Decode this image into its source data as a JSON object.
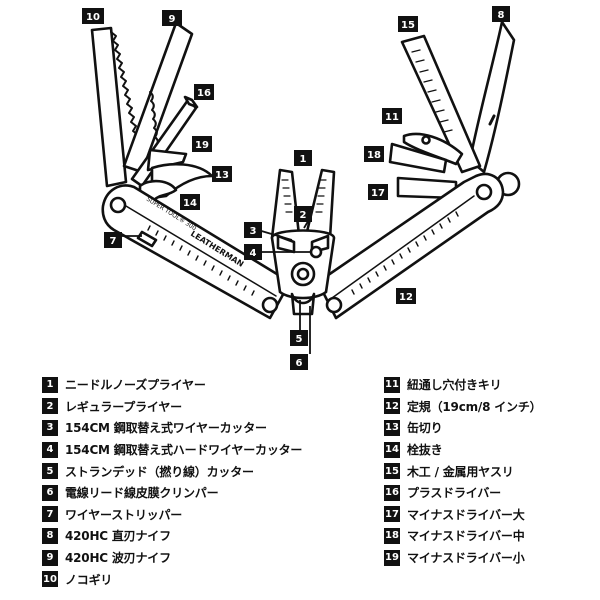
{
  "callouts": [
    "1",
    "2",
    "3",
    "4",
    "5",
    "6",
    "7",
    "8",
    "9",
    "10",
    "11",
    "12",
    "13",
    "14",
    "15",
    "16",
    "17",
    "18",
    "19"
  ],
  "engraving": {
    "brand": "LEATHERMAN",
    "model": "SUPER TOOL® 300"
  },
  "legend": [
    {
      "num": "1",
      "text": "ニードルノーズプライヤー"
    },
    {
      "num": "2",
      "text": "レギュラープライヤー"
    },
    {
      "num": "3",
      "text": "154CM 鋼取替え式ワイヤーカッター"
    },
    {
      "num": "4",
      "text": "154CM 鋼取替え式ハードワイヤーカッター"
    },
    {
      "num": "5",
      "text": "ストランデッド（撚り線）カッター"
    },
    {
      "num": "6",
      "text": "電線リード線皮膜クリンパー"
    },
    {
      "num": "7",
      "text": "ワイヤーストリッパー"
    },
    {
      "num": "8",
      "text": "420HC 直刃ナイフ"
    },
    {
      "num": "9",
      "text": "420HC 波刃ナイフ"
    },
    {
      "num": "10",
      "text": "ノコギリ"
    },
    {
      "num": "11",
      "text": "紐通し穴付きキリ"
    },
    {
      "num": "12",
      "text": "定規（19cm/8 インチ）"
    },
    {
      "num": "13",
      "text": "缶切り"
    },
    {
      "num": "14",
      "text": "栓抜き"
    },
    {
      "num": "15",
      "text": "木工 / 金属用ヤスリ"
    },
    {
      "num": "16",
      "text": "プラスドライバー"
    },
    {
      "num": "17",
      "text": "マイナスドライバー大"
    },
    {
      "num": "18",
      "text": "マイナスドライバー中"
    },
    {
      "num": "19",
      "text": "マイナスドライバー小"
    }
  ]
}
